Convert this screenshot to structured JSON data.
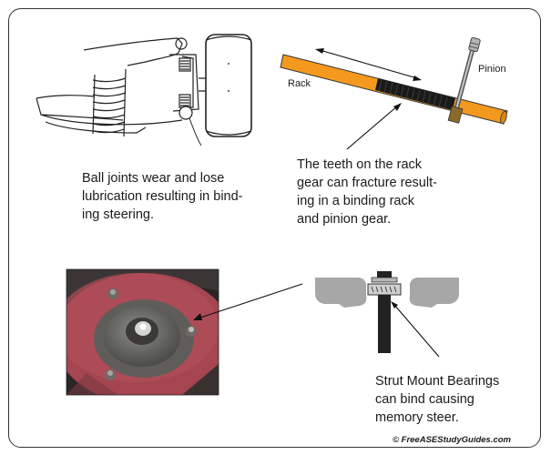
{
  "captions": {
    "ball_joints": "Ball joints wear and lose\nlubrication resulting in bind-\ning steering.",
    "rack_teeth": "The teeth on the rack\ngear can fracture result-\ning in a binding rack\nand pinion gear.",
    "strut_mount": "Strut Mount Bearings\ncan bind causing\nmemory steer."
  },
  "labels": {
    "rack": "Rack",
    "pinion": "Pinion"
  },
  "copyright": "© FreeASEStudyGuides.com",
  "colors": {
    "rack_orange": "#f39a1e",
    "rack_black": "#1a1a1a",
    "strut_gray": "#a7a7a7",
    "photo_red": "#a54550"
  }
}
